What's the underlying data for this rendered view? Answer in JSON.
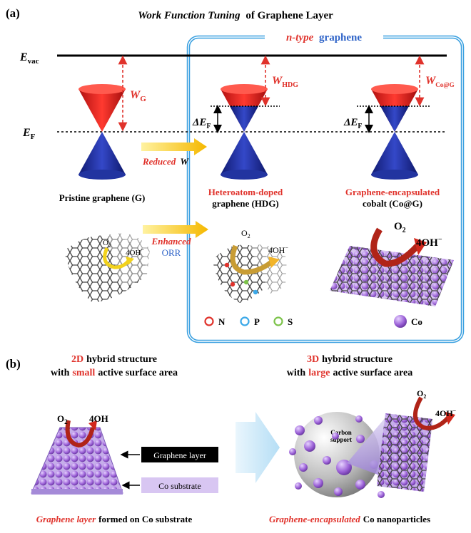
{
  "panel_a": {
    "tag": "(a)",
    "title_italic": "Work Function Tuning",
    "title_rest": "of Graphene Layer",
    "box_label_italic": "n-type",
    "box_label_rest": "graphene",
    "evac": "E",
    "evac_sub": "vac",
    "ef": "E",
    "ef_sub": "F",
    "wg": "W",
    "wg_sub": "G",
    "whdg": "W",
    "whdg_sub": "HDG",
    "wcog": "W",
    "wcog_sub": "Co@G",
    "delta1": "ΔE",
    "delta1_sub": "F",
    "delta2": "ΔE",
    "delta2_sub": "F",
    "reduced_italic": "Reduced",
    "reduced_w": "W",
    "enhanced": "Enhanced",
    "orr": "ORR",
    "pristine": "Pristine graphene (G)",
    "hdg_line1": "Heteroatom-doped",
    "hdg_line2": "graphene (HDG)",
    "cog_line1": "Graphene-encapsulated",
    "cog_line2": "cobalt (Co@G)",
    "o2": "O",
    "o2_sub": "2",
    "oh": "4OH",
    "oh_sup": "−",
    "legend": {
      "n": "N",
      "p": "P",
      "s": "S",
      "co": "Co"
    },
    "colors": {
      "cone_red": "#e8231f",
      "cone_blue": "#1e2f9c",
      "box": "#3aa0e0",
      "arrow_yellow": "#f5c518",
      "co_purple": "#8a4fc4"
    }
  },
  "panel_b": {
    "tag": "(b)",
    "left_h1_red": "2D",
    "left_h1_rest": "hybrid structure",
    "left_h2_a": "with",
    "left_h2_red": "small",
    "left_h2_b": "active surface area",
    "right_h1_red": "3D",
    "right_h1_rest": "hybrid structure",
    "right_h2_a": "with",
    "right_h2_red": "large",
    "right_h2_b": "active surface area",
    "graphene_layer": "Graphene layer",
    "co_substrate": "Co substrate",
    "carbon_support_1": "Carbon",
    "carbon_support_2": "support",
    "o2": "O",
    "o2_sub": "2",
    "oh_left": "4OH",
    "oh_right": "4OH",
    "oh_right_sup": "−",
    "caption_left_italic": "Graphene layer",
    "caption_left_rest": "formed on Co substrate",
    "caption_right_italic": "Graphene-encapsulated",
    "caption_right_rest": "Co nanoparticles"
  }
}
